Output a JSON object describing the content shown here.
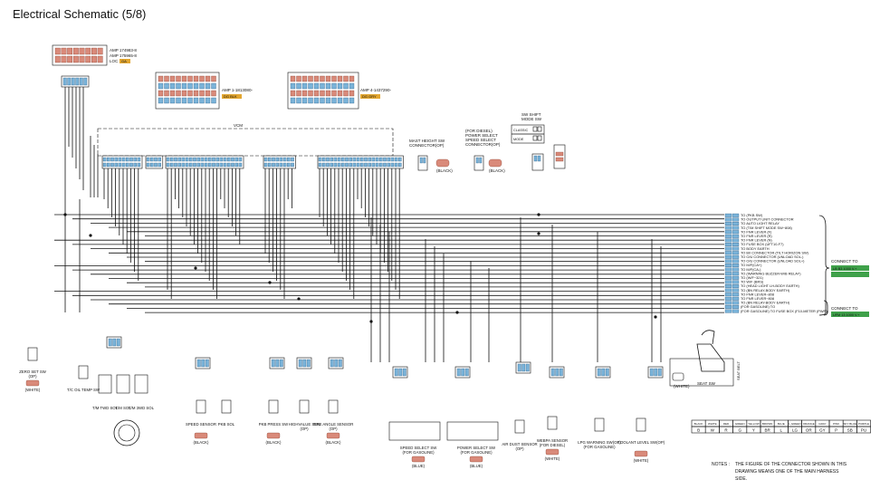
{
  "title": "Electrical Schematic (5/8)",
  "top_connector": {
    "label1": "AMP 174983-8",
    "label2": "AMP 175965-8",
    "label3": "LOC",
    "tag": "GA"
  },
  "ecu_left_connector": {
    "label": "AMP 1-1813080-",
    "tag": "DG BLK"
  },
  "ecu_right_connector": {
    "label": "AMP 4-1437290-",
    "tag": "DG GRY"
  },
  "vcm_label": "VCM",
  "mast_height": {
    "label1": "MAST HEIGHT SW",
    "label2": "CONNECTOR(OP)",
    "color": "(BLACK)"
  },
  "power_select": {
    "label1": "(FOR DIESEL)",
    "label2": "POWER SELECT",
    "label3": "SPEED SELECT",
    "label4": "CONNECTOR(OP)",
    "color": "(BLACK)"
  },
  "sw_shift": {
    "label1": "SW SHIFT",
    "label2": "MODE SW",
    "row1": "CLASSIC",
    "row2": "MODE"
  },
  "right_lines": [
    "TO (PKB SW)",
    "TO OUTPUT UNIT CONNECTOR",
    "TO AUTO LIGHT RELAY",
    "TO (T/M SHIFT MODE SW~808)",
    "TO FNR LEVER (F)",
    "TO FNR LEVER (R)",
    "TO FNR LEVER (N)",
    "TO FUSE BOX (UFT10-F7)",
    "TO BODY EARTH",
    "TO B/I CONNECTOR (TILT HORIZON SW)",
    "TO O/U CONNECTOR (UNLOAD SOL-)",
    "TO O/U CONNECTOR (UNLOAD SOL+)",
    "TO M/F(CA+)",
    "TO M/F(CA-)",
    "TO (WARNING BUZZER-W/B RELAY)",
    "TO (W/F~321)",
    "TO W/F (BRS)",
    "TO (HEAD LIGHT LH-BODY EARTH)",
    "TO (BN RELAY-BODY EARTH)",
    "TO FNR LEVER~808",
    "TO FNR LEVER~808",
    "TO (BN RELAY-BODY EARTH)",
    "(FOR GASOLINE) TO",
    "(FOR GASOLINE) TO FUSE BOX (F10-METER (PWR))"
  ],
  "connect_to_1": {
    "label": "CONNECT TO",
    "tag": "LB B3 1000 V.+"
  },
  "connect_to_2": {
    "label": "CONNECT TO",
    "tag": "UFM 13 1000 V.+"
  },
  "bottom_components": [
    {
      "name": "ZERO SET SW",
      "sub": "(OP)",
      "color": "(WHITE)"
    },
    {
      "name": "T/C OIL TEMP SW",
      "sub": "",
      "color": ""
    },
    {
      "name": "T/M TWD SOL",
      "sub": "",
      "color": ""
    },
    {
      "name": "T/M SOL",
      "sub": "",
      "color": ""
    },
    {
      "name": "T/M 3WD SOL",
      "sub": "",
      "color": ""
    },
    {
      "name": "SPEED SENSOR",
      "sub": "",
      "color": "(BLACK)"
    },
    {
      "name": "PKB SOL",
      "sub": "",
      "color": ""
    },
    {
      "name": "PKB PRESS SW",
      "sub": "",
      "color": "(BLACK)"
    },
    {
      "name": "HIGHVALUE SEN",
      "sub": "(OP)",
      "color": ""
    },
    {
      "name": "TIRE ANGLE SENSOR",
      "sub": "(OP)",
      "color": "(BLACK)"
    },
    {
      "name": "SPEED SELECT SW",
      "sub": "(FOR GASOLINE)",
      "color": "(BLUE)"
    },
    {
      "name": "POWER SELECT SW",
      "sub": "(FOR GASOLINE)",
      "color": "(BLUE)"
    },
    {
      "name": "AIR DUST SENSOR",
      "sub": "(OP)",
      "color": ""
    },
    {
      "name": "WEBPA SENSOR",
      "sub": "(FOR DIESEL)",
      "color": "(WHITE)"
    },
    {
      "name": "LPG WARNING SW(OP)",
      "sub": "(FOR GASOLINE)",
      "color": ""
    },
    {
      "name": "COOLANT LEVEL SW(OP)",
      "sub": "",
      "color": "(WHITE)"
    }
  ],
  "seat_sw": {
    "label": "SEAT SW",
    "color": "(WHITE)",
    "belt": "SEAT BELT"
  },
  "color_legend": {
    "names": [
      "BLACK",
      "WHITE",
      "RED",
      "GREEN",
      "YELLOW",
      "BROWN",
      "BLUE",
      "L.GREEN",
      "ORANGE",
      "GRAY",
      "PINK",
      "SKY BLUE",
      "PURPLE"
    ],
    "codes": [
      "B",
      "W",
      "R",
      "G",
      "Y",
      "BR",
      "L",
      "LG",
      "OR",
      "GY",
      "P",
      "SB",
      "PU"
    ]
  },
  "notes": {
    "label": "NOTES :",
    "line1": "THE FIGURE OF THE CONNECTOR SHOWN IN THIS",
    "line2": "DRAWING MEANS ONE OF THE MAIN HARNESS",
    "line3": "SIDE."
  },
  "colors": {
    "pin_blue": "#7ab3d9",
    "pin_orange": "#d98a7a",
    "tag_orange": "#e2a630",
    "tag_green": "#3fa14a"
  }
}
